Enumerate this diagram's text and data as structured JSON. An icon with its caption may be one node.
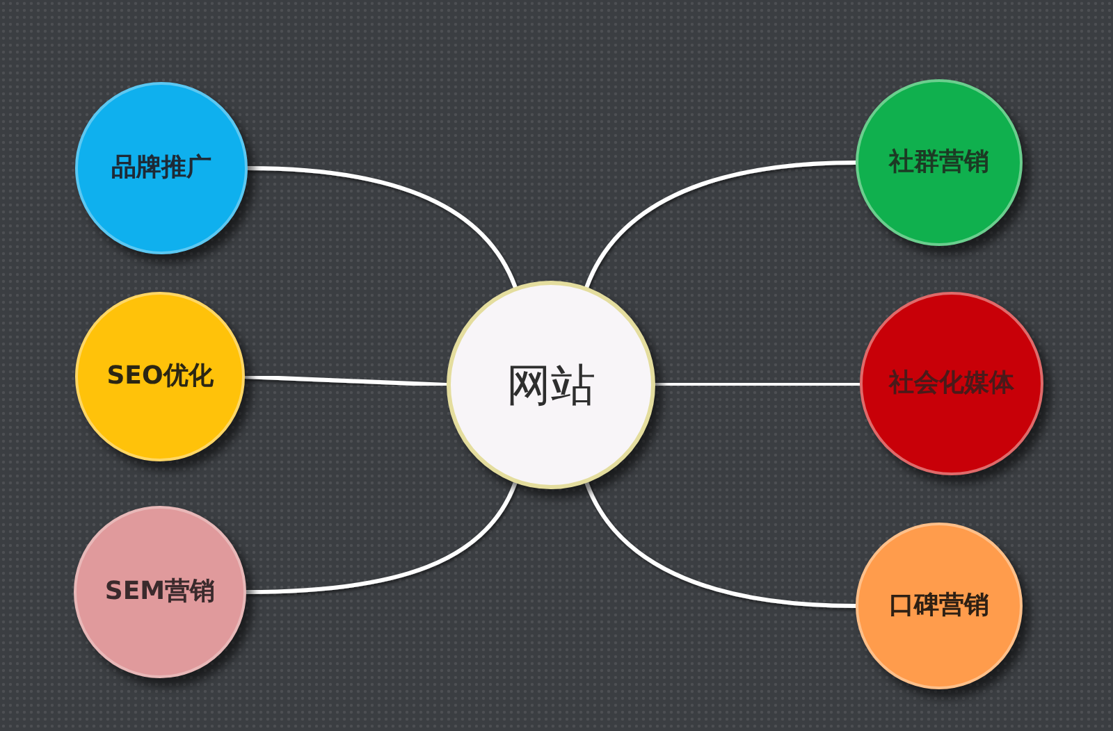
{
  "diagram": {
    "nodes": [
      {
        "text": [
          "品牌推广"
        ]
      },
      {
        "text": [
          "社群营销"
        ]
      },
      {
        "text": [
          "SEO优化"
        ]
      },
      {
        "text": [
          "网站"
        ]
      },
      {
        "text": [
          "社会化媒体"
        ]
      },
      {
        "text": [
          "SEM营销"
        ]
      },
      {
        "text": [
          "口碑营销"
        ]
      }
    ],
    "edges": [
      {
        "from": 3,
        "to": 0,
        "arrow": "none"
      },
      {
        "from": 3,
        "to": 1,
        "arrow": "none"
      },
      {
        "from": 3,
        "to": 2,
        "arrow": "none"
      },
      {
        "from": 3,
        "to": 4,
        "arrow": "none"
      },
      {
        "from": 3,
        "to": 5,
        "arrow": "none"
      },
      {
        "from": 3,
        "to": 6,
        "arrow": "none"
      }
    ]
  }
}
